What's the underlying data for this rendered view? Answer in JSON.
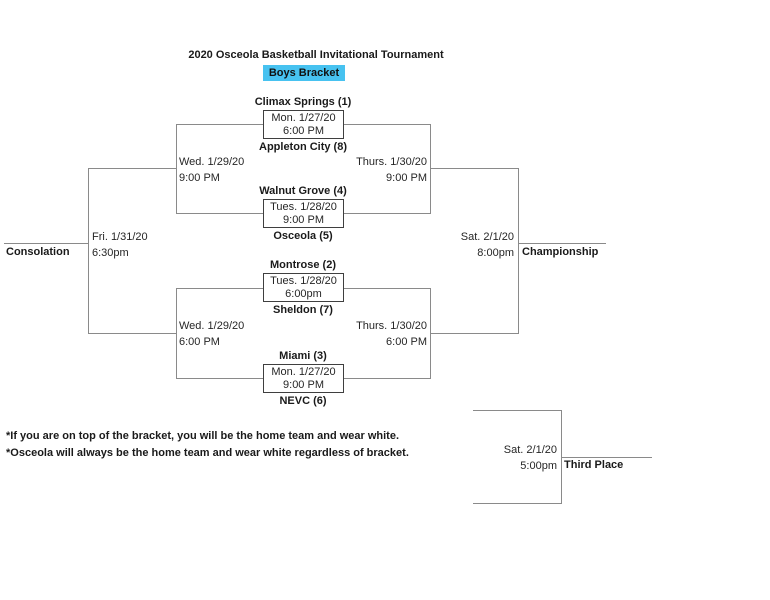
{
  "title": "2020 Osceola Basketball Invitational Tournament",
  "bracket_badge": "Boys Bracket",
  "colors": {
    "highlight": "#47c2f0",
    "line": "#8a8a8a",
    "border": "#3f3f3f",
    "text": "#1a1a1a"
  },
  "games": [
    {
      "top_team": "Climax Springs (1)",
      "date": "Mon. 1/27/20",
      "time": "6:00 PM",
      "bottom_team": "Appleton City (8)"
    },
    {
      "top_team": "Walnut Grove (4)",
      "date": "Tues. 1/28/20",
      "time": "9:00 PM",
      "bottom_team": "Osceola (5)"
    },
    {
      "top_team": "Montrose (2)",
      "date": "Tues. 1/28/20",
      "time": "6:00pm",
      "bottom_team": "Sheldon (7)"
    },
    {
      "top_team": "Miami (3)",
      "date": "Mon. 1/27/20",
      "time": "9:00 PM",
      "bottom_team": "NEVC (6)"
    }
  ],
  "semifinals": {
    "top_left": {
      "date": "Wed. 1/29/20",
      "time": "9:00 PM"
    },
    "top_right": {
      "date": "Thurs. 1/30/20",
      "time": "9:00 PM"
    },
    "bottom_left": {
      "date": "Wed. 1/29/20",
      "time": "6:00 PM"
    },
    "bottom_right": {
      "date": "Thurs. 1/30/20",
      "time": "6:00 PM"
    }
  },
  "consolation": {
    "date": "Fri. 1/31/20",
    "time": "6:30pm",
    "label": "Consolation"
  },
  "championship": {
    "date": "Sat. 2/1/20",
    "time": "8:00pm",
    "label": "Championship"
  },
  "third_place": {
    "date": "Sat. 2/1/20",
    "time": "5:00pm",
    "label": "Third Place"
  },
  "footnotes": [
    "*If you are on top of the bracket, you will be the home team and wear white.",
    "*Osceola will always be the home team and wear white regardless of bracket."
  ]
}
